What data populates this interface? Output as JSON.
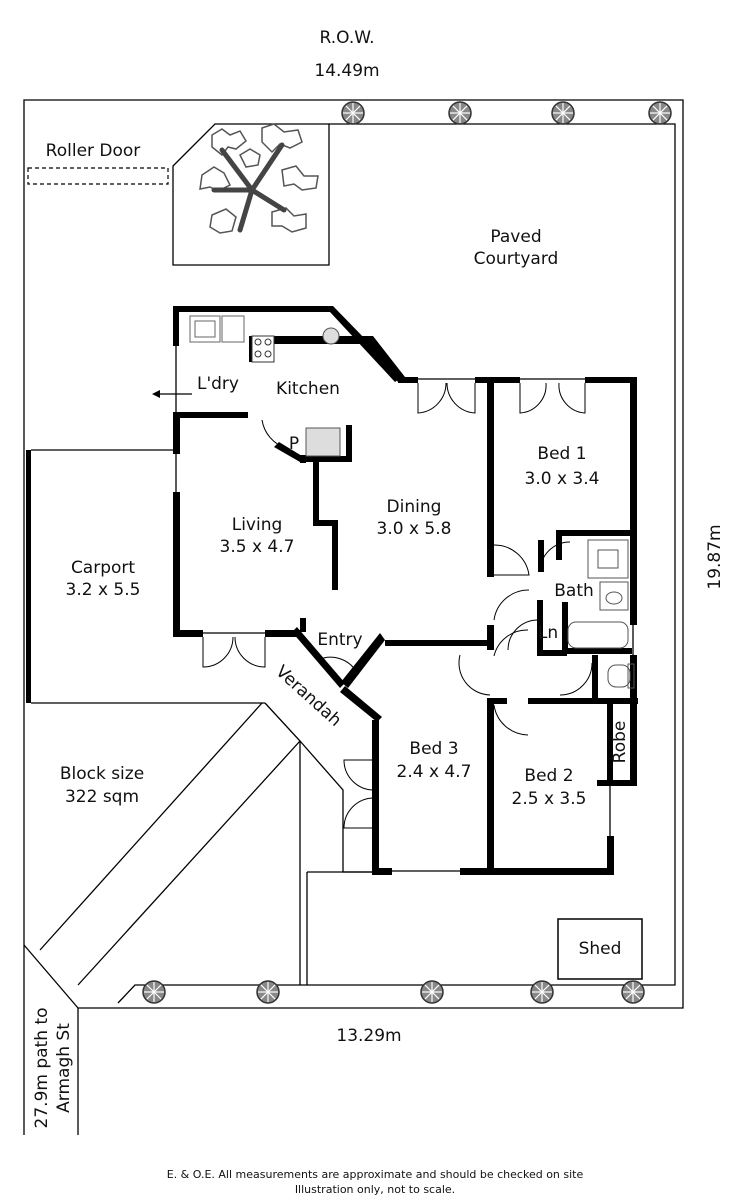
{
  "labels": {
    "row": "R.O.W.",
    "frontage": "14.49m",
    "roller_door": "Roller Door",
    "paved_courtyard": [
      "Paved",
      "Courtyard"
    ],
    "laundry": "L'dry",
    "kitchen": "Kitchen",
    "pantry": "P",
    "depth": "19.87m",
    "rear_width": "13.29m",
    "path_note": [
      "27.9m path to",
      "Armagh St"
    ],
    "shed": "Shed",
    "verandah": "Verandah",
    "entry": "Entry",
    "linen": "Ln",
    "robe": "Robe",
    "bath": "Bath"
  },
  "rooms": {
    "bed1": {
      "name": "Bed 1",
      "size": "3.0 x 3.4"
    },
    "dining": {
      "name": "Dining",
      "size": "3.0 x 5.8"
    },
    "living": {
      "name": "Living",
      "size": "3.5 x 4.7"
    },
    "carport": {
      "name": "Carport",
      "size": "3.2 x 5.5"
    },
    "bed3": {
      "name": "Bed 3",
      "size": "2.4 x 4.7"
    },
    "bed2": {
      "name": "Bed 2",
      "size": "2.5 x 3.5"
    },
    "block": {
      "name": "Block size",
      "size": "322 sqm"
    }
  },
  "footer": {
    "line1": "E. & O.E. All measurements are approximate and should be checked on site",
    "line2": "Illustration only, not to scale."
  }
}
